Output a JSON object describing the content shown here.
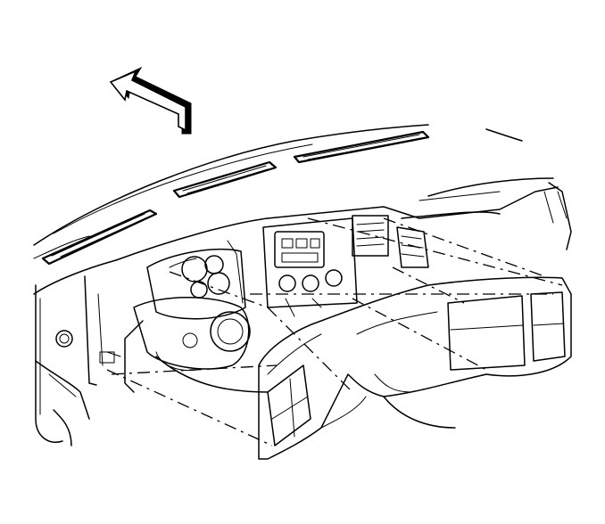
{
  "diagram": {
    "kind": "exploded-view line drawing",
    "colors": {
      "ink": "#000000",
      "paper": "#ffffff"
    },
    "parts": [
      "direction-arrow",
      "windshield-defroster-vents",
      "instrument-panel-carrier",
      "instrument-cluster",
      "steering-column",
      "center-control-stack",
      "instrument-panel-trim-bezel"
    ]
  }
}
